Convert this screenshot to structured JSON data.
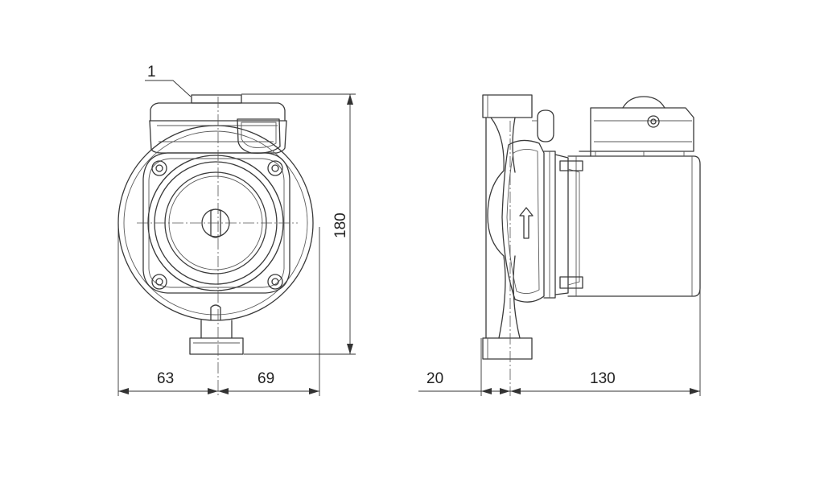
{
  "callout": {
    "label": "1"
  },
  "dimensions": {
    "height": "180",
    "left_half": "63",
    "right_half": "69",
    "port_offset": "20",
    "body_length": "130"
  }
}
